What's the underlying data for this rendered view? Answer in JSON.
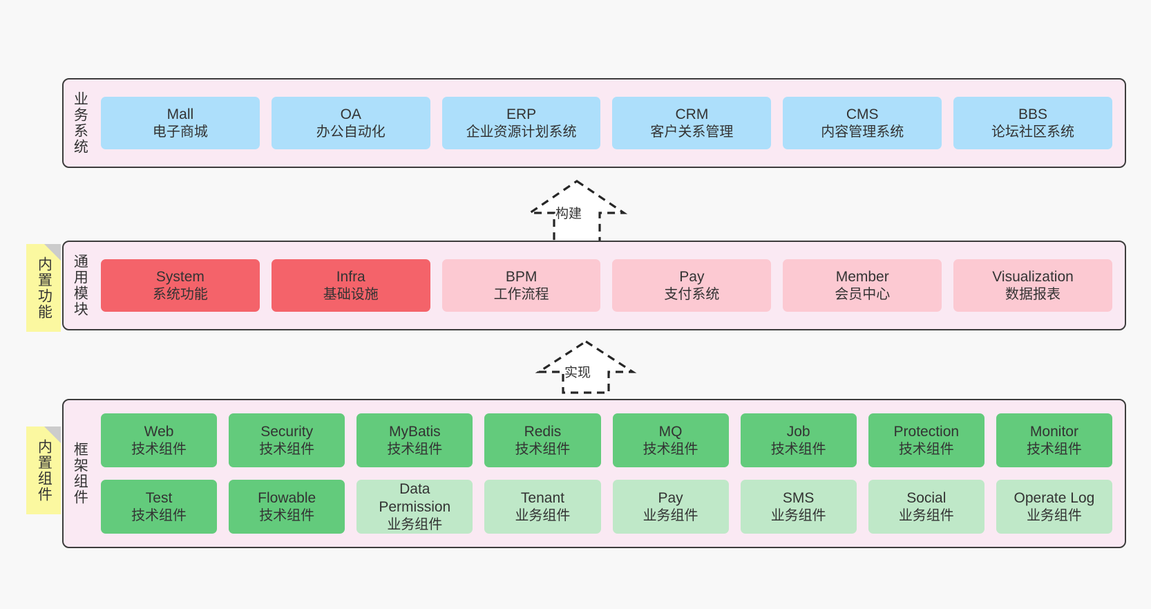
{
  "layers": [
    {
      "id": "business-systems",
      "label": "业务系统",
      "rows": [
        {
          "cards": [
            {
              "title": "Mall",
              "subtitle": "电子商城",
              "color": "#addffb"
            },
            {
              "title": "OA",
              "subtitle": "办公自动化",
              "color": "#addffb"
            },
            {
              "title": "ERP",
              "subtitle": "企业资源计划系统",
              "color": "#addffb"
            },
            {
              "title": "CRM",
              "subtitle": "客户关系管理",
              "color": "#addffb"
            },
            {
              "title": "CMS",
              "subtitle": "内容管理系统",
              "color": "#addffb"
            },
            {
              "title": "BBS",
              "subtitle": "论坛社区系统",
              "color": "#addffb"
            }
          ]
        }
      ]
    },
    {
      "id": "common-modules",
      "label": "通用模块",
      "note": "内置功能",
      "rows": [
        {
          "cards": [
            {
              "title": "System",
              "subtitle": "系统功能",
              "color": "#f4636a"
            },
            {
              "title": "Infra",
              "subtitle": "基础设施",
              "color": "#f4636a"
            },
            {
              "title": "BPM",
              "subtitle": "工作流程",
              "color": "#fcc9d2"
            },
            {
              "title": "Pay",
              "subtitle": "支付系统",
              "color": "#fcc9d2"
            },
            {
              "title": "Member",
              "subtitle": "会员中心",
              "color": "#fcc9d2"
            },
            {
              "title": "Visualization",
              "subtitle": "数据报表",
              "color": "#fcc9d2"
            }
          ]
        }
      ]
    },
    {
      "id": "framework-components",
      "label": "框架组件",
      "note": "内置组件",
      "rows": [
        {
          "cards": [
            {
              "title": "Web",
              "subtitle": "技术组件",
              "color": "#63cb7c"
            },
            {
              "title": "Security",
              "subtitle": "技术组件",
              "color": "#63cb7c"
            },
            {
              "title": "MyBatis",
              "subtitle": "技术组件",
              "color": "#63cb7c"
            },
            {
              "title": "Redis",
              "subtitle": "技术组件",
              "color": "#63cb7c"
            },
            {
              "title": "MQ",
              "subtitle": "技术组件",
              "color": "#63cb7c"
            },
            {
              "title": "Job",
              "subtitle": "技术组件",
              "color": "#63cb7c"
            },
            {
              "title": "Protection",
              "subtitle": "技术组件",
              "color": "#63cb7c"
            },
            {
              "title": "Monitor",
              "subtitle": "技术组件",
              "color": "#63cb7c"
            }
          ]
        },
        {
          "cards": [
            {
              "title": "Test",
              "subtitle": "技术组件",
              "color": "#63cb7c"
            },
            {
              "title": "Flowable",
              "subtitle": "技术组件",
              "color": "#63cb7c"
            },
            {
              "title": "Data Permission",
              "subtitle": "业务组件",
              "color": "#bfe8c8"
            },
            {
              "title": "Tenant",
              "subtitle": "业务组件",
              "color": "#bfe8c8"
            },
            {
              "title": "Pay",
              "subtitle": "业务组件",
              "color": "#bfe8c8"
            },
            {
              "title": "SMS",
              "subtitle": "业务组件",
              "color": "#bfe8c8"
            },
            {
              "title": "Social",
              "subtitle": "业务组件",
              "color": "#bfe8c8"
            },
            {
              "title": "Operate Log",
              "subtitle": "业务组件",
              "color": "#bfe8c8"
            }
          ]
        }
      ]
    }
  ],
  "arrows": [
    {
      "id": "build-arrow",
      "label": "构建"
    },
    {
      "id": "implement-arrow",
      "label": "实现"
    }
  ],
  "colors": {
    "canvas_background": "#f8f8f8",
    "layer_background": "#fae9f3",
    "layer_border": "#3c3c3c",
    "note_background": "#fbf8a0",
    "note_fold": "#cccccc",
    "text": "#333333"
  }
}
